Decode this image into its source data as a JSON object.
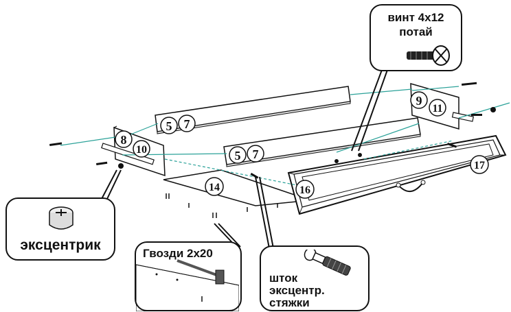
{
  "part_numbers": {
    "p5a": "5",
    "p7a": "7",
    "p5b": "5",
    "p7b": "7",
    "p8": "8",
    "p10": "10",
    "p9": "9",
    "p11": "11",
    "p14": "14",
    "p16": "16",
    "p17": "17"
  },
  "callouts": {
    "screw": {
      "line1": "винт 4х12",
      "line2": "потай",
      "icon": "countersunk-screw-icon"
    },
    "eccentric": {
      "label": "эксцентрик",
      "icon": "cam-lock-icon"
    },
    "nails": {
      "label": "Гвозди 2х20",
      "icon": "nail-hammer-icon"
    },
    "rod": {
      "line1": "шток",
      "line2": "эксцентр.",
      "line3": "стяжки",
      "icon": "cam-dowel-icon"
    }
  },
  "colors": {
    "guide_line": "#2aa198",
    "outline": "#111111",
    "background": "#ffffff"
  }
}
